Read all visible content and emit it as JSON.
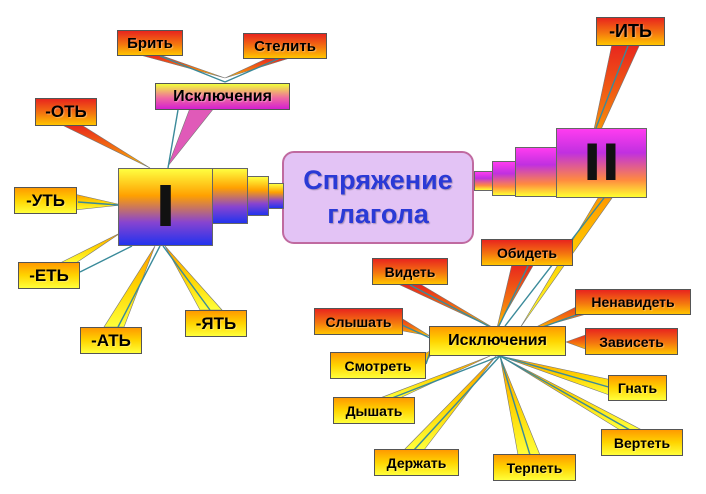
{
  "title": {
    "line1": "Спряжение",
    "line2": "глагола"
  },
  "group1": {
    "numeral": "I",
    "endings": [
      "-ОТЬ",
      "-УТЬ",
      "-ЕТЬ",
      "-АТЬ",
      "-ЯТЬ"
    ],
    "exceptions_label": "Исключения",
    "exceptions": [
      "Брить",
      "Стелить"
    ]
  },
  "group2": {
    "numeral": "II",
    "ending": "-ИТЬ",
    "exceptions_label": "Исключения",
    "exceptions": [
      "Обидеть",
      "Видеть",
      "Ненавидеть",
      "Слышать",
      "Зависеть",
      "Смотреть",
      "Гнать",
      "Дышать",
      "Вертеть",
      "Держать",
      "Терпеть"
    ]
  },
  "colors": {
    "title_text": "#2a3ad6",
    "title_fill": "#e3c3f5",
    "title_border": "#c06aa0",
    "connector": "#3a8a9a"
  }
}
